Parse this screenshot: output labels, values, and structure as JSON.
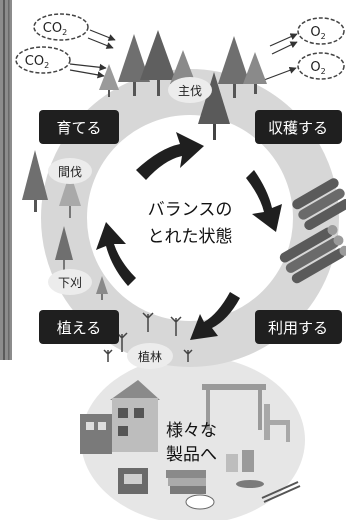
{
  "cycle": {
    "center_lines": [
      "バランスの",
      "とれた状態"
    ],
    "stages": {
      "grow": "育てる",
      "harvest": "収穫する",
      "use": "利用する",
      "plant": "植える"
    },
    "activities": {
      "main_cut": "主伐",
      "thinning": "間伐",
      "weeding": "下刈",
      "planting": "植林"
    }
  },
  "products": {
    "lines": [
      "様々な",
      "製品へ"
    ]
  },
  "gas": {
    "co2": "CO",
    "co2_sub": "2",
    "o2": "O",
    "o2_sub": "2"
  },
  "colors": {
    "ring": "#d7d7d7",
    "label_box": "#1f1f1f",
    "arrow": "#1f1f1f",
    "tree_dark": "#6f6f6f",
    "tree_light": "#a9a9a9",
    "product_disc": "#e6e6e6"
  }
}
